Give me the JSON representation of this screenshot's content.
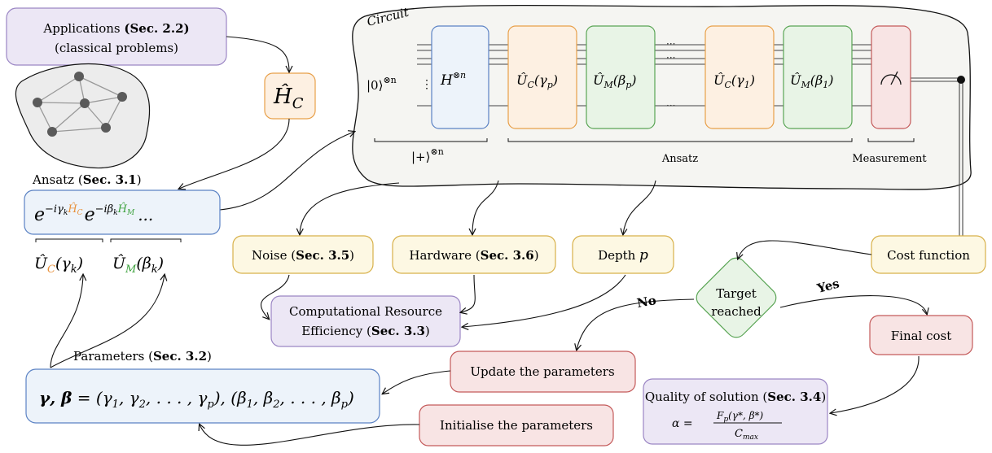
{
  "applications": {
    "line1": "Applications ",
    "line1_ref": "(Sec. 2.2)",
    "line2": "(classical problems)"
  },
  "hc_box": "Ĥ",
  "hc_sub": "C",
  "circuit": {
    "title": "Circuit",
    "input_state": "|0⟩",
    "input_power": "⊗n",
    "dots_vertical": "⋮",
    "hadamard": "H",
    "hadamard_power": "⊗n",
    "gates": [
      {
        "op": "Û",
        "sub": "C",
        "arg": "(γ",
        "argsub": "p",
        "close": ")"
      },
      {
        "op": "Û",
        "sub": "M",
        "arg": "(β",
        "argsub": "p",
        "close": ")"
      },
      {
        "op": "Û",
        "sub": "C",
        "arg": "(γ",
        "argsub": "1",
        "close": ")"
      },
      {
        "op": "Û",
        "sub": "M",
        "arg": "(β",
        "argsub": "1",
        "close": ")"
      }
    ],
    "ellipsis": "···",
    "plus_state": "|+⟩",
    "plus_power": "⊗n",
    "ansatz_label": "Ansatz",
    "measurement_label": "Measurement"
  },
  "ansatz_block": {
    "title": "Ansatz (",
    "title_ref": "Sec. 3.1",
    "title_end": ")",
    "e1": "e",
    "e1_exp": "−iγ",
    "e1_k": "k",
    "e1_op": "Ĥ",
    "e1_opsub": "C",
    "e2": "e",
    "e2_exp": "−iβ",
    "e2_k": "k",
    "e2_op": "Ĥ",
    "e2_opsub": "M",
    "trail": "...",
    "uc_op": "Û",
    "uc_sub": "C",
    "uc_arg": "(γ",
    "uc_argsub": "k",
    "um_op": "Û",
    "um_sub": "M",
    "um_arg": "(β",
    "um_argsub": "k",
    "close": ")"
  },
  "noise": {
    "label": "Noise (",
    "ref": "Sec. 3.5",
    "end": ")"
  },
  "hardware": {
    "label": "Hardware (",
    "ref": "Sec. 3.6",
    "end": ")"
  },
  "depth": {
    "label": "Depth ",
    "var": "p"
  },
  "cost_function": "Cost function",
  "resource": {
    "line1": "Computational Resource",
    "line2": "Efficiency (",
    "ref": "Sec. 3.3",
    "end": ")"
  },
  "target": {
    "line1": "Target",
    "line2": "reached",
    "no": "No",
    "yes": "Yes"
  },
  "final_cost": "Final cost",
  "update": "Update the parameters",
  "initialise": "Initialise the parameters",
  "parameters": {
    "title": "Parameters (",
    "ref": "Sec. 3.2",
    "end": ")",
    "formula_lhs": "γ, β",
    "formula_rhs": " = (γ",
    "g1": "1",
    "g2": ", γ",
    "g2s": "2",
    "gdots": ", . . . , γ",
    "gp": "p",
    "mid": "), (β",
    "b1": "1",
    "b2": ", β",
    "b2s": "2",
    "bdots": ", . . . , β",
    "bp": "p",
    "close": ")"
  },
  "quality": {
    "line1": "Quality of solution (",
    "ref": "Sec. 3.4",
    "end": ")",
    "alpha": "α =",
    "num": "F",
    "num_sub": "p",
    "num_arg": "(γ*, β*)",
    "den": "C",
    "den_sub": "max"
  },
  "colors": {
    "purple_fill": "#ece7f5",
    "purple_stroke": "#9b86c4",
    "orange_fill": "#fdf0e2",
    "orange_stroke": "#e8a04a",
    "blue_fill": "#edf3fa",
    "blue_stroke": "#5b82c4",
    "green_fill": "#e8f4e6",
    "green_stroke": "#5aa555",
    "red_fill": "#f8e4e4",
    "red_stroke": "#c45a5a",
    "yellow_fill": "#fdf8e3",
    "yellow_stroke": "#d8b14a",
    "orange_text": "#e8903a",
    "green_text": "#3aa03a"
  }
}
